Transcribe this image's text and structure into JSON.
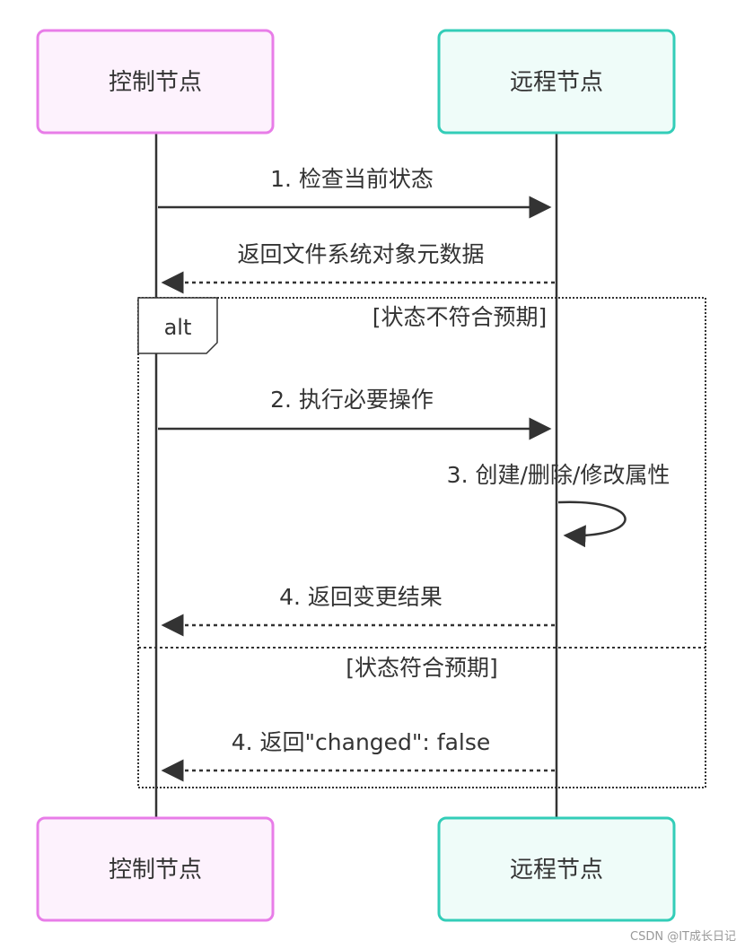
{
  "participants": {
    "control": {
      "label": "控制节点",
      "fill": "#fdf2fd",
      "stroke": "#e87de8"
    },
    "remote": {
      "label": "远程节点",
      "fill": "#effcf9",
      "stroke": "#33cdb8"
    }
  },
  "messages": [
    {
      "label": "1. 检查当前状态"
    },
    {
      "label": "返回文件系统对象元数据"
    },
    {
      "label": "2. 执行必要操作"
    },
    {
      "label": "3. 创建/删除/修改属性"
    },
    {
      "label": "4. 返回变更结果"
    },
    {
      "label": "4. 返回\"changed\": false"
    }
  ],
  "alt_block": {
    "keyword": "alt",
    "condition_1": "[状态不符合预期]",
    "condition_2": "[状态符合预期]"
  },
  "watermark": "CSDN @IT成长日记",
  "colors": {
    "line": "#333333",
    "text": "#333333"
  }
}
